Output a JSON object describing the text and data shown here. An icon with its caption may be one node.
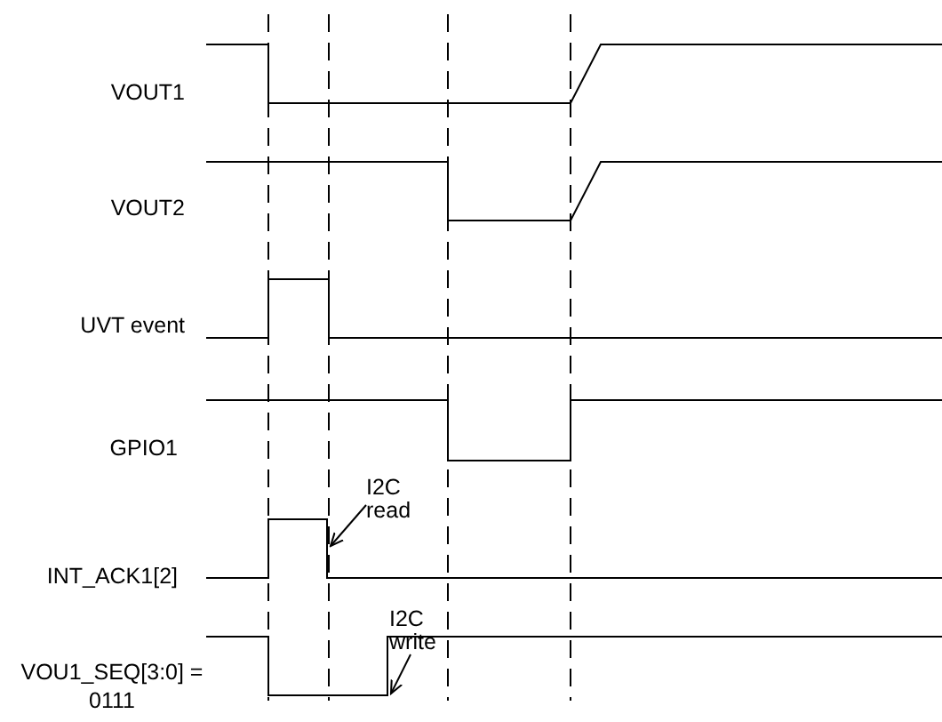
{
  "diagram": {
    "nodes": [
      {
        "text": [
          "I2C read"
        ]
      },
      {
        "text": [
          "I2C write"
        ]
      }
    ],
    "edges": [
      {
        "from": 0,
        "to": null,
        "arrow": "to"
      },
      {
        "from": 1,
        "to": null,
        "arrow": "to"
      }
    ],
    "labels": [
      "VOUT1",
      "VOUT2",
      "UVT event",
      "GPIO1",
      "INT_ACK1[2]",
      "VOU1_SEQ[3:0] = 0111"
    ]
  }
}
